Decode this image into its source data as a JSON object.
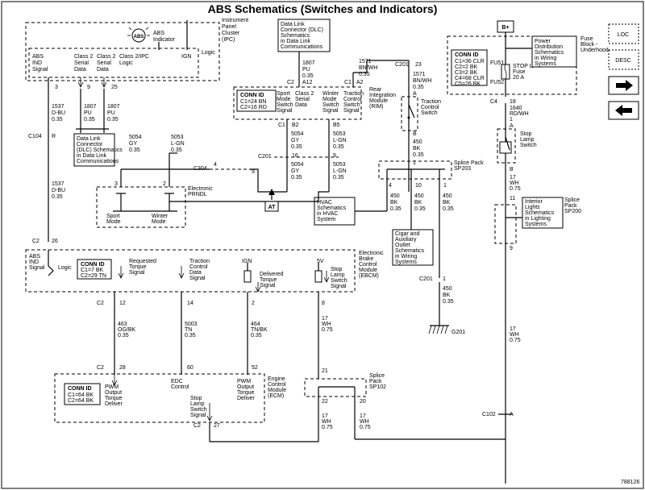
{
  "title": "ABS Schematics (Switches and Indicators)",
  "figure_number": "788126",
  "nav": {
    "loc_label": "LOC",
    "desc_label": "DESC",
    "next_icon": "right-arrow-icon",
    "prev_icon": "left-arrow-icon"
  },
  "ipc": {
    "label": [
      "Instrument",
      "Panel",
      "Cluster",
      "(IPC)"
    ],
    "abs_symbol": "ABS",
    "abs_indicator": [
      "ABS",
      "Indicator"
    ],
    "logic": "Logic",
    "class2_ipc_logic": [
      "Class 2/IPC",
      "Logic"
    ],
    "ign": "IGN",
    "col_abs": [
      "ABS",
      "IND",
      "Signal"
    ],
    "col_c2a": [
      "Class 2",
      "Serial",
      "Data"
    ],
    "col_c2b": [
      "Class 2",
      "Serial",
      "Data"
    ],
    "pins": [
      "3",
      "9",
      "25"
    ]
  },
  "dlc_top": [
    "Data Link",
    "Connector (DLC)",
    "Schematics",
    "in Data Link",
    "Communications"
  ],
  "dlc_left": [
    "Data Link",
    "Connector",
    "(DLC) Schematics",
    "in Data Link",
    "Communications"
  ],
  "wire_1807_top": [
    "1807",
    "PU",
    "0.35"
  ],
  "wire_1807_a": [
    "1807",
    "PU",
    "0.35"
  ],
  "wire_1807_b": [
    "1807",
    "PU",
    "0.35"
  ],
  "c2_a12": [
    "C2",
    "A12"
  ],
  "wire_1571_a": [
    "1571",
    "BN/WH",
    "0.35"
  ],
  "wire_1571_b": [
    "1571",
    "BN/WH",
    "0.35"
  ],
  "c1_a2": [
    "C1",
    "A2"
  ],
  "c201_23": [
    "C201",
    "23"
  ],
  "rim": {
    "conn_id_title": "CONN ID",
    "conn_ids": [
      "C1=24 BN",
      "C2=16 RD"
    ],
    "sport": [
      "Sport",
      "Mode",
      "Switch",
      "Signal"
    ],
    "class2": [
      "Class 2",
      "Serial",
      "Data"
    ],
    "winter": [
      "Winter",
      "Mode",
      "Switch",
      "Signal"
    ],
    "tcs": [
      "Traction",
      "Control",
      "Switch",
      "Signal"
    ],
    "label": [
      "Rear",
      "Integration",
      "Module",
      "(RIM)"
    ],
    "pins_c1": [
      "C1",
      "B2",
      "B5"
    ]
  },
  "tcs_switch": [
    "Traction",
    "Control",
    "Switch"
  ],
  "wire_5054_a": [
    "5054",
    "GY",
    "0.35"
  ],
  "wire_5053_a": [
    "5053",
    "L-GN",
    "0.35"
  ],
  "c201_16_9": [
    "C201",
    "16",
    "9"
  ],
  "wire_5054_b": [
    "5054",
    "GY",
    "0.35"
  ],
  "wire_5053_b": [
    "5053",
    "L-GN",
    "0.35"
  ],
  "wire_5054_c": [
    "5054",
    "GY",
    "0.35"
  ],
  "wire_5053_c": [
    "5053",
    "L-GN",
    "0.35"
  ],
  "c304": [
    "C304",
    "4",
    "9"
  ],
  "at_label": "AT",
  "prndl": {
    "label": [
      "Electronic",
      "PRNDL"
    ],
    "pins": [
      "3",
      "2"
    ],
    "sport": [
      "Sport",
      "Mode"
    ],
    "winter": [
      "Winter",
      "Mode"
    ]
  },
  "wire_450_a": [
    "450",
    "BK",
    "0.35"
  ],
  "b_pin": "B",
  "sp203": [
    "Splice Pack",
    "SP203"
  ],
  "sp203_pins": [
    "4",
    "10",
    "1"
  ],
  "wire_450_b": [
    "450",
    "BK",
    "0.35"
  ],
  "wire_450_c": [
    "450",
    "BK",
    "0.35"
  ],
  "wire_450_d": [
    "450",
    "BK",
    "0.35"
  ],
  "hvac": [
    "HVAC",
    "Schematics",
    "in HVAC",
    "System"
  ],
  "cigar": [
    "Cigar and",
    "Auxiliary",
    "Outlet",
    "Schematics",
    "in Wiring",
    "Systems"
  ],
  "c201_1": [
    "C201",
    "1"
  ],
  "wire_450_e": [
    "450",
    "BK",
    "0.35"
  ],
  "g201": "G201",
  "b_plus": "B+",
  "fuse_block": [
    "Fuse",
    "Block -",
    "Underhood"
  ],
  "fuse_conn_id_title": "CONN ID",
  "fuse_conn_ids": [
    "C1=36 CLR",
    "C2=2 BK",
    "C3=2 BK",
    "C4=68 CLR",
    "C5=26 BK"
  ],
  "fu51": "FU51",
  "fu52": "FU52",
  "stop_lp_fuse": [
    "STOP LP",
    "Fuse",
    "20 A"
  ],
  "power_dist": [
    "Power",
    "Distribution",
    "Schematics",
    "in Wiring",
    "Systems"
  ],
  "c4_18": [
    "C4",
    "18"
  ],
  "wire_1640": [
    "1640",
    "RD/WH",
    "1"
  ],
  "stop_lamp_switch": [
    "Stop",
    "Lamp",
    "Switch"
  ],
  "a_pin": "A",
  "wire_17_a": [
    "17",
    "WH",
    "0.75"
  ],
  "sp200": [
    "Splice",
    "Pack",
    "SP200"
  ],
  "sp200_pins": [
    "11",
    "9"
  ],
  "interior_lights": [
    "Interior",
    "Lights",
    "Schematics",
    "in Lighting",
    "Systems"
  ],
  "wire_17_b": [
    "17",
    "WH",
    "0.75"
  ],
  "c102_a": [
    "C102",
    "A"
  ],
  "abs_ind_wire_1537a": [
    "1537",
    "D-BU",
    "0.35"
  ],
  "c104_r": [
    "C104",
    "R"
  ],
  "abs_ind_wire_1537b": [
    "1537",
    "D-BU",
    "0.35"
  ],
  "c2_26": [
    "C2",
    "26"
  ],
  "ebcm": {
    "label": [
      "Electronic",
      "Brake",
      "Control",
      "Module",
      "(EBCM)"
    ],
    "conn_id_title": "CONN ID",
    "conn_ids": [
      "C1=7 BK",
      "C2=29 TN"
    ],
    "abs_ind": [
      "ABS",
      "IND",
      "Signal"
    ],
    "logic": "Logic",
    "req_torque": [
      "Requested",
      "Torque",
      "Signal"
    ],
    "tcs_data": [
      "Traction",
      "Control",
      "Data",
      "Signal"
    ],
    "ign": "IGN",
    "delivered": [
      "Delivered",
      "Torque",
      "Signal"
    ],
    "v5": "5V",
    "stop_lamp": [
      "Stop",
      "Lamp",
      "Switch",
      "Signal"
    ],
    "pins": [
      "C2",
      "12",
      "14",
      "2",
      "8"
    ]
  },
  "wire_463": [
    "463",
    "OG/BK",
    "0.35"
  ],
  "wire_5003": [
    "5003",
    "TN",
    "0.35"
  ],
  "wire_464": [
    "464",
    "TN/BK",
    "0.35"
  ],
  "wire_17_c": [
    "17",
    "WH",
    "0.75"
  ],
  "ecm": {
    "pins_top": [
      "C2",
      "28",
      "60",
      "52"
    ],
    "conn_id_title": "CONN ID",
    "conn_ids": [
      "C1=64 BK",
      "C2=64 BK"
    ],
    "pwm_out": [
      "PWM",
      "Output",
      "Torque",
      "Deliver"
    ],
    "edc": [
      "EDC",
      "Control"
    ],
    "pwm_out2": [
      "PWM",
      "Output",
      "Torque",
      "Deliver"
    ],
    "stop_lamp": [
      "Stop",
      "Lamp",
      "Switch",
      "Signal"
    ],
    "label": [
      "Engine",
      "Control",
      "Module",
      "(ECM)"
    ],
    "c2_27": [
      "C2",
      "27"
    ]
  },
  "sp102": [
    "Splice",
    "Pack",
    "SP102"
  ],
  "sp102_pins": [
    "21",
    "22",
    "20"
  ],
  "wire_17_d": [
    "17",
    "WH",
    "0.75"
  ],
  "wire_17_e": [
    "17",
    "WH",
    "0.75"
  ]
}
